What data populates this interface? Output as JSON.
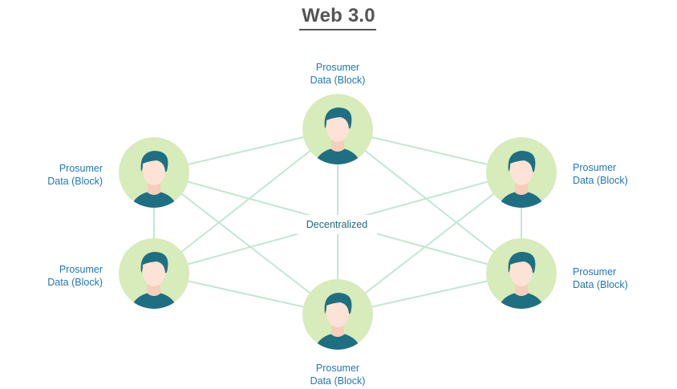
{
  "title": "Web 3.0",
  "center_label": "Decentralized",
  "colors": {
    "line": "#c3e6d3",
    "circle": "#d7ebbb",
    "shirt": "#1f6f82",
    "hair": "#1f6f82",
    "skin": "#fde3d6",
    "label": "#1f78b4",
    "title": "#555555"
  },
  "nodes": [
    {
      "line1": "Prosumer",
      "line2": "Data (Block)"
    },
    {
      "line1": "Prosumer",
      "line2": "Data (Block)"
    },
    {
      "line1": "Prosumer",
      "line2": "Data (Block)"
    },
    {
      "line1": "Prosumer",
      "line2": "Data (Block)"
    },
    {
      "line1": "Prosumer",
      "line2": "Data (Block)"
    },
    {
      "line1": "Prosumer",
      "line2": "Data (Block)"
    }
  ],
  "icons": {
    "node": "person-avatar-icon"
  }
}
